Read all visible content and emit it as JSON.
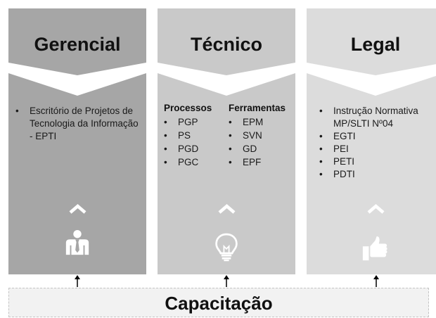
{
  "columns": [
    {
      "title": "Gerencial",
      "items": [
        "Escritório de Projetos de Tecnologia da Informação - EPTI"
      ],
      "icon": "manager-person-icon",
      "colors": {
        "bg": "#a6a6a6",
        "chevron": "#ffffff"
      }
    },
    {
      "title": "Técnico",
      "groups": [
        {
          "heading": "Processos",
          "items": [
            "PGP",
            "PS",
            "PGD",
            "PGC"
          ]
        },
        {
          "heading": "Ferramentas",
          "items": [
            "EPM",
            "SVN",
            "GD",
            "EPF"
          ]
        }
      ],
      "icon": "lightbulb-icon",
      "colors": {
        "bg": "#c9c9c9",
        "chevron": "#ffffff"
      }
    },
    {
      "title": "Legal",
      "items": [
        "Instrução Normativa MP/SLTI Nº04",
        "EGTI",
        "PEI",
        "PETI",
        "PDTI"
      ],
      "icon": "thumbs-up-icon",
      "colors": {
        "bg": "#dcdcdc",
        "chevron": "#ffffff"
      }
    }
  ],
  "foundation": {
    "label": "Capacitação"
  },
  "colors": {
    "text": "#111111",
    "foundation_bg": "#f2f2f2",
    "icon": "#ffffff",
    "arrow": "#000000"
  }
}
